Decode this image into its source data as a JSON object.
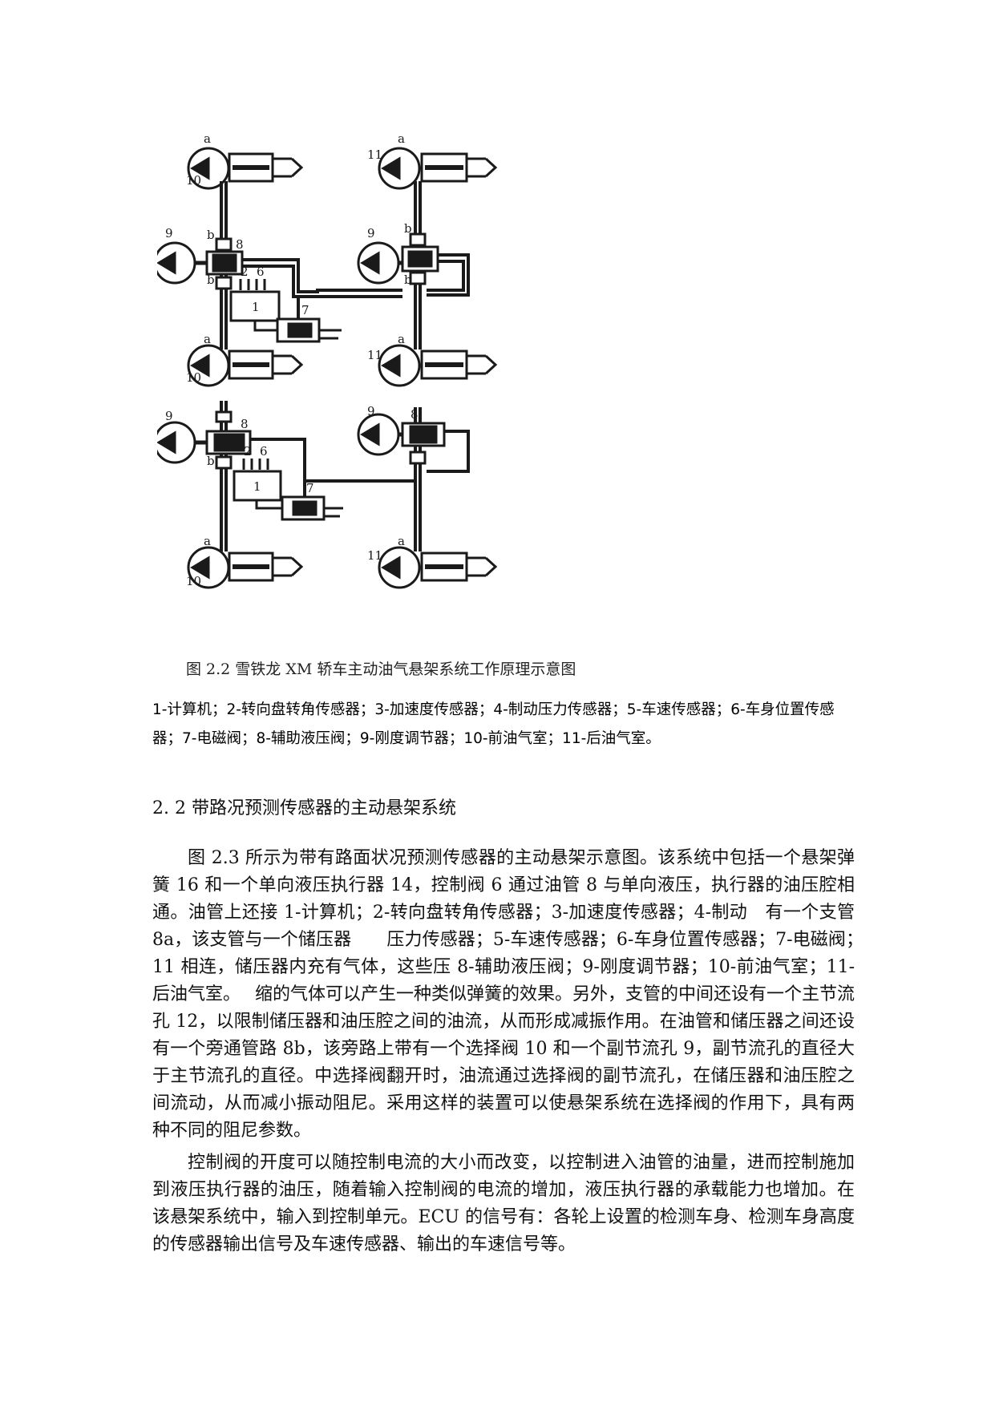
{
  "figure": {
    "labels": {
      "tl_outer": "10",
      "tl_a": "a",
      "tr_outer": "11",
      "tr_a": "a",
      "ml_outer": "9",
      "ml_b_top": "b",
      "ml_b_bot": "b",
      "ml_8": "8",
      "ml_2": "2",
      "ml_6": "6",
      "ml_1": "1",
      "ml_7": "7",
      "mr_outer": "9",
      "mr_b_top": "b",
      "mr_b_bot": "b",
      "bl_outer": "10",
      "bl_a": "a",
      "br_outer": "11",
      "br_a": "a",
      "l2_9": "9",
      "l2_8": "8",
      "l2_b": "b",
      "l2_2": "2",
      "l2_6": "6",
      "l2_1": "1",
      "l2_7": "7",
      "l2_10": "10",
      "l2_a": "a",
      "r2_9": "9",
      "r2_8": "8",
      "r2_11": "11",
      "r2_a": "a"
    }
  },
  "caption": "图 2.2 雪铁龙 XM 轿车主动油气悬架系统工作原理示意图",
  "legend": "1-计算机；2-转向盘转角传感器；3-加速度传感器；4-制动压力传感器；5-车速传感器；6-车身位置传感器；7-电磁阀；8-辅助液压阀；9-刚度调节器；10-前油气室；11-后油气室。",
  "section_title": "2. 2 带路况预测传感器的主动悬架系统",
  "paragraphs": [
    "图 2.3 所示为带有路面状况预测传感器的主动悬架示意图。该系统中包括一个悬架弹簧 16 和一个单向液压执行器 14，控制阀 6 通过油管 8 与单向液压，执行器的油压腔相通。油管上还接 1-计算机；2-转向盘转角传感器；3-加速度传感器；4-制动　有一个支管 8a，该支管与一个储压器　　压力传感器；5-车速传感器；6-车身位置传感器；7-电磁阀；　 11 相连，储压器内充有气体，这些压 8-辅助液压阀；9-刚度调节器；10-前油气室；11-后油气室。　 缩的气体可以产生一种类似弹簧的效果。另外，支管的中间还设有一个主节流孔 12，以限制储压器和油压腔之间的油流，从而形成减振作用。在油管和储压器之间还设有一个旁通管路 8b，该旁路上带有一个选择阀 10 和一个副节流孔 9，副节流孔的直径大于主节流孔的直径。中选择阀翻开时，油流通过选择阀的副节流孔，在储压器和油压腔之间流动，从而减小振动阻尼。采用这样的装置可以使悬架系统在选择阀的作用下，具有两种不同的阻尼参数。",
    "控制阀的开度可以随控制电流的大小而改变，以控制进入油管的油量，进而控制施加到液压执行器的油压，随着输入控制阀的电流的增加，液压执行器的承载能力也增加。在该悬架系统中，输入到控制单元。ECU 的信号有：各轮上设置的检测车身、检测车身高度的传感器输出信号及车速传感器、输出的车速信号等。"
  ]
}
